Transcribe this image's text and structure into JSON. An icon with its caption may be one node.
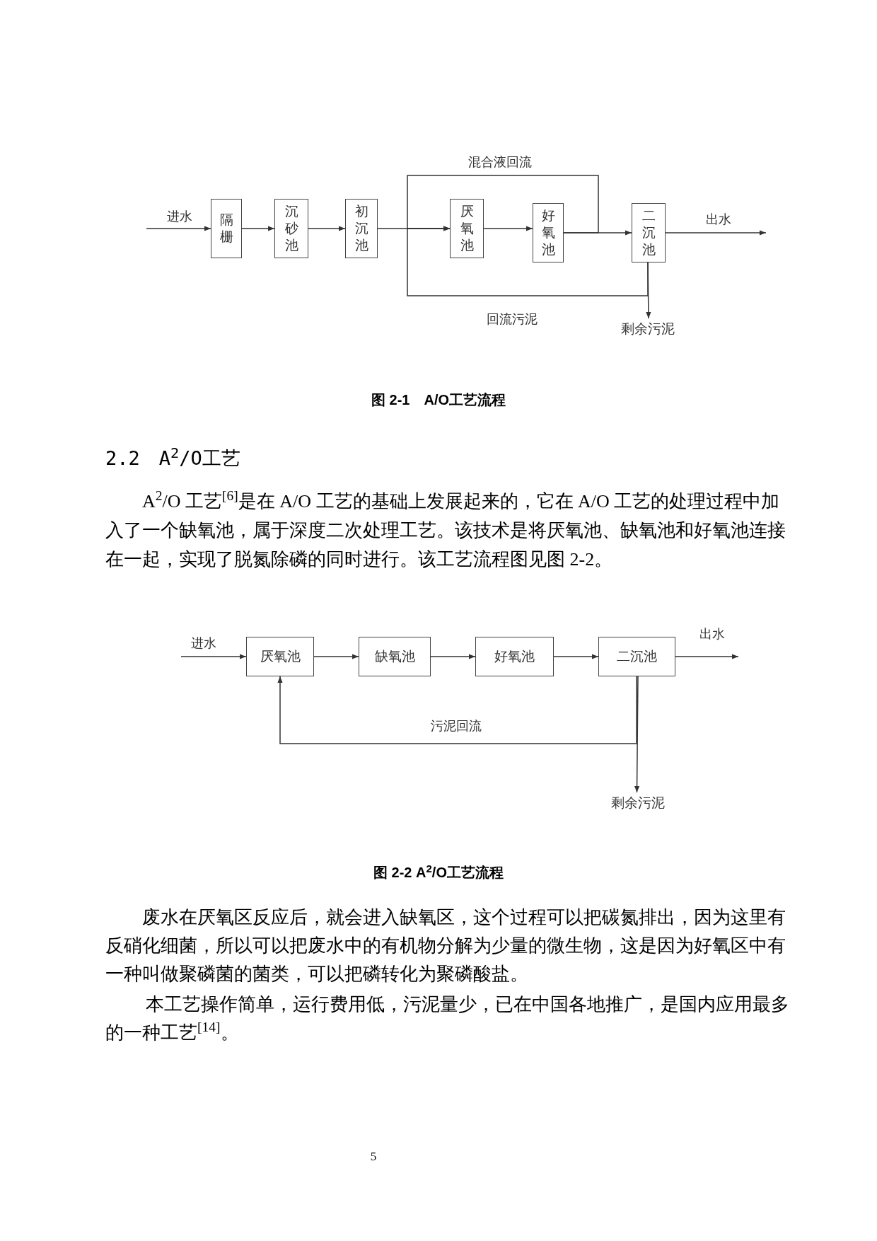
{
  "diagram": {
    "nodes": [
      {
        "text": [
          "隔栅"
        ]
      },
      {
        "text": [
          "沉砂池"
        ]
      },
      {
        "text": [
          "初沉池"
        ]
      },
      {
        "text": [
          "厌氧池"
        ]
      },
      {
        "text": [
          "好氧池"
        ]
      },
      {
        "text": [
          "二沉池"
        ]
      },
      {
        "text": [
          "剩余污泥"
        ]
      },
      {
        "text": [
          "厌氧池"
        ]
      },
      {
        "text": [
          "缺氧池"
        ]
      },
      {
        "text": [
          "好氧池"
        ]
      },
      {
        "text": [
          "二沉池"
        ]
      },
      {
        "text": [
          "剩余污泥"
        ]
      }
    ],
    "edges": [
      {
        "from": null,
        "to": 0,
        "arrow": "to",
        "label": "进水"
      },
      {
        "from": 0,
        "to": 1,
        "arrow": "to"
      },
      {
        "from": 1,
        "to": 2,
        "arrow": "to"
      },
      {
        "from": 2,
        "to": 3,
        "arrow": "to"
      },
      {
        "from": 3,
        "to": 4,
        "arrow": "to"
      },
      {
        "from": 4,
        "to": 5,
        "arrow": "to"
      },
      {
        "from": 5,
        "to": null,
        "arrow": "to",
        "label": "出水"
      },
      {
        "from": 4,
        "to": 3,
        "arrow": "to",
        "label": "混合液回流"
      },
      {
        "from": 5,
        "to": 3,
        "arrow": "to",
        "label": "回流污泥"
      },
      {
        "from": 5,
        "to": 6,
        "arrow": "to"
      },
      {
        "from": null,
        "to": 7,
        "arrow": "to",
        "label": "进水"
      },
      {
        "from": 7,
        "to": 8,
        "arrow": "to"
      },
      {
        "from": 8,
        "to": 9,
        "arrow": "to"
      },
      {
        "from": 9,
        "to": 10,
        "arrow": "to"
      },
      {
        "from": 10,
        "to": null,
        "arrow": "to",
        "label": "出水"
      },
      {
        "from": 10,
        "to": 7,
        "arrow": "to",
        "label": "污泥回流"
      },
      {
        "from": 10,
        "to": 11,
        "arrow": "to"
      }
    ],
    "labels": [
      "图 2-1　A/O工艺流程",
      "2.2　A$^{2}$/O工艺",
      "A$^{2}$/O 工艺$^{[6]}$是在 A/O 工艺的基础上发展起来的，它在 A/O 工艺的处理过程中加入了一个缺氧池，属于深度二次处理工艺。该技术是将厌氧池、缺氧池和好氧池连接在一起，实现了脱氮除磷的同时进行。该工艺流程图见图 2-2。",
      "图 2-2 A$^{2}$/O工艺流程",
      "废水在厌氧区反应后，就会进入缺氧区，这个过程可以把碳氮排出，因为这里有反硝化细菌，所以可以把废水中的有机物分解为少量的微生物，这是因为好氧区中有一种叫做聚磷菌的菌类，可以把磷转化为聚磷酸盐。",
      "本工艺操作简单，运行费用低，污泥量少，已在中国各地推广，是国内应用最多的一种工艺$^{[14]}$。",
      "5"
    ]
  }
}
